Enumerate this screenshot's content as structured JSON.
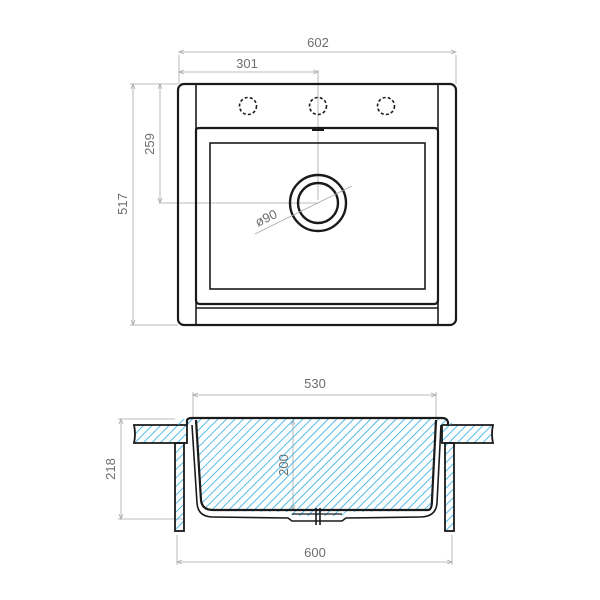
{
  "drawing": {
    "title": "Kitchen sink technical drawing",
    "colors": {
      "outline": "#1a1a1a",
      "dimension": "#a7a9ac",
      "dimension_text": "#6d6e71",
      "hatch": "#29abe2",
      "background": "#ffffff"
    }
  },
  "top_view": {
    "dimensions": {
      "overall_width": "602",
      "tap_hole_offset": "301",
      "overall_depth": "517",
      "drain_offset": "259",
      "drain_diameter": "ø90"
    },
    "tap_holes": 3,
    "drain": "round-drain"
  },
  "section_view": {
    "dimensions": {
      "bowl_width": "530",
      "cutout_width": "600",
      "bowl_depth": "200",
      "overall_height": "218"
    }
  }
}
